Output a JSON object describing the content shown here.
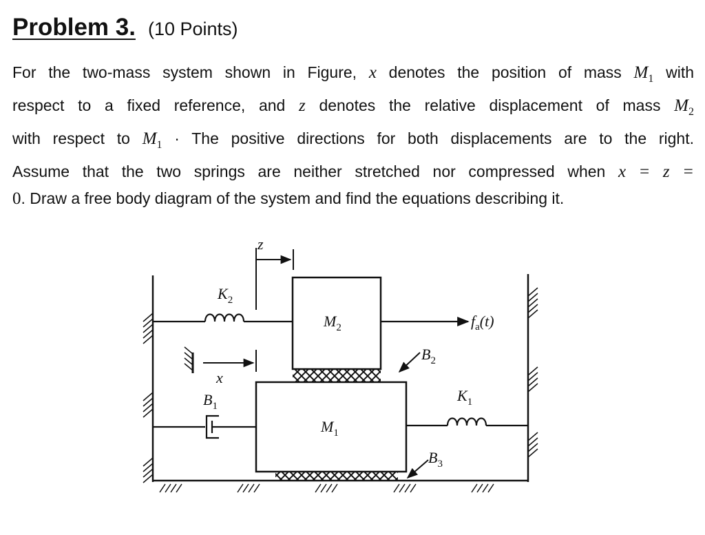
{
  "problem": {
    "title": "Problem 3.",
    "points": "(10 Points)"
  },
  "statement": {
    "l1_a": "For the two-mass system shown in Figure,",
    "l1_var_x": "x",
    "l1_b": "denotes the position of mass",
    "l1_M": "M",
    "l1_M_sub": "1",
    "l1_c": "with",
    "l2_a": "respect to a fixed reference, and",
    "l2_var_z": "z",
    "l2_b": "denotes the relative displacement of mass",
    "l2_M": "M",
    "l2_M_sub": "2",
    "l3_a": "with respect to",
    "l3_M": "M",
    "l3_M_sub": "1",
    "l3_dot": "·",
    "l3_b": "The positive directions for both displacements are to the right.",
    "l4_a": "Assume that the two springs are neither stretched nor compressed when",
    "l4_eq": "x = z =",
    "l5_zero": "0",
    "l5_b": ". Draw a free body diagram of the system and find the equations describing it."
  },
  "figure": {
    "z_label": "z",
    "x_label": "x",
    "k2_main": "K",
    "k2_sub": "2",
    "m2_main": "M",
    "m2_sub": "2",
    "force_main": "f",
    "force_sub": "a",
    "force_arg": "(t)",
    "b2_main": "B",
    "b2_sub": "2",
    "b1_main": "B",
    "b1_sub": "1",
    "k1_main": "K",
    "k1_sub": "1",
    "m1_main": "M",
    "m1_sub": "1",
    "b3_main": "B",
    "b3_sub": "3"
  }
}
